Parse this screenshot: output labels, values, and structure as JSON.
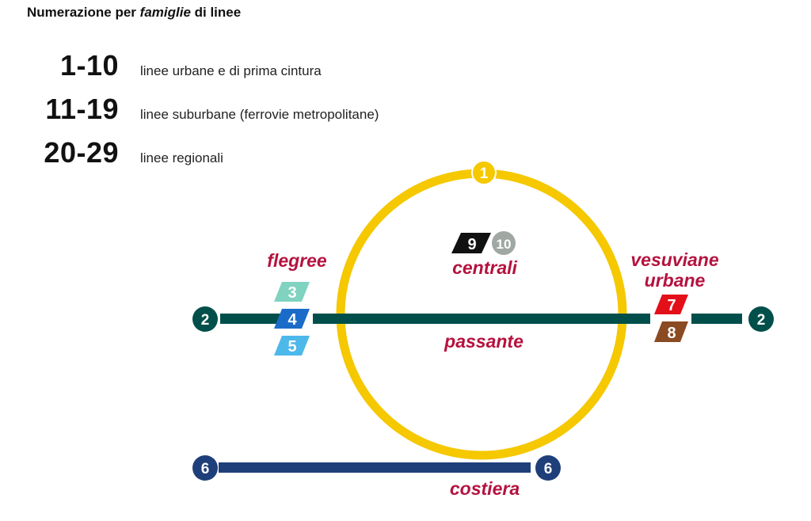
{
  "title": {
    "prefix": "Numerazione per ",
    "emphasis": "famiglie",
    "suffix": " di linee"
  },
  "legend": [
    {
      "range": "1-10",
      "description": "linee urbane e di prima cintura"
    },
    {
      "range": "11-19",
      "description": "linee suburbane (ferrovie metropolitane)"
    },
    {
      "range": "20-29",
      "description": "linee regionali"
    }
  ],
  "groups": {
    "flegree": "flegree",
    "centrali": "centrali",
    "vesuviane_line1": "vesuviane",
    "vesuviane_line2": "urbane",
    "passante": "passante",
    "costiera": "costiera"
  },
  "lines": {
    "l1": {
      "number": "1",
      "color": "#f5c800"
    },
    "l2": {
      "number": "2",
      "color": "#004f4b"
    },
    "l3": {
      "number": "3",
      "color": "#7fd3c0"
    },
    "l4": {
      "number": "4",
      "color": "#1b6cc9"
    },
    "l5": {
      "number": "5",
      "color": "#4db8ea"
    },
    "l6": {
      "number": "6",
      "color": "#1f3f7a"
    },
    "l7": {
      "number": "7",
      "color": "#e3101a"
    },
    "l8": {
      "number": "8",
      "color": "#8a4a22"
    },
    "l9": {
      "number": "9",
      "color": "#111111"
    },
    "l10": {
      "number": "10",
      "color": "#9fa8a3"
    }
  },
  "colors": {
    "group_label": "#b5123f"
  }
}
